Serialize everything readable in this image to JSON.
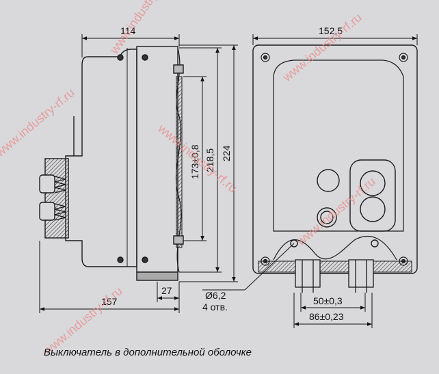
{
  "dimensions": {
    "side_top_width": "114",
    "side_total_width": "157",
    "side_base_depth": "27",
    "inner_height": "173±0,8",
    "mid_height": "218,5",
    "total_height": "224",
    "front_width": "152,5",
    "hole_diameter": "Ø6,2",
    "hole_count": "4 отв.",
    "spacing_inner": "50±0,3",
    "spacing_outer": "86±0,23"
  },
  "caption": "Выключатель в дополнительной оболочке",
  "watermark": "www.industry-rf.ru",
  "colors": {
    "background": "#d9d9db",
    "line": "#1a1a1a",
    "watermark": "#e98b8b"
  }
}
